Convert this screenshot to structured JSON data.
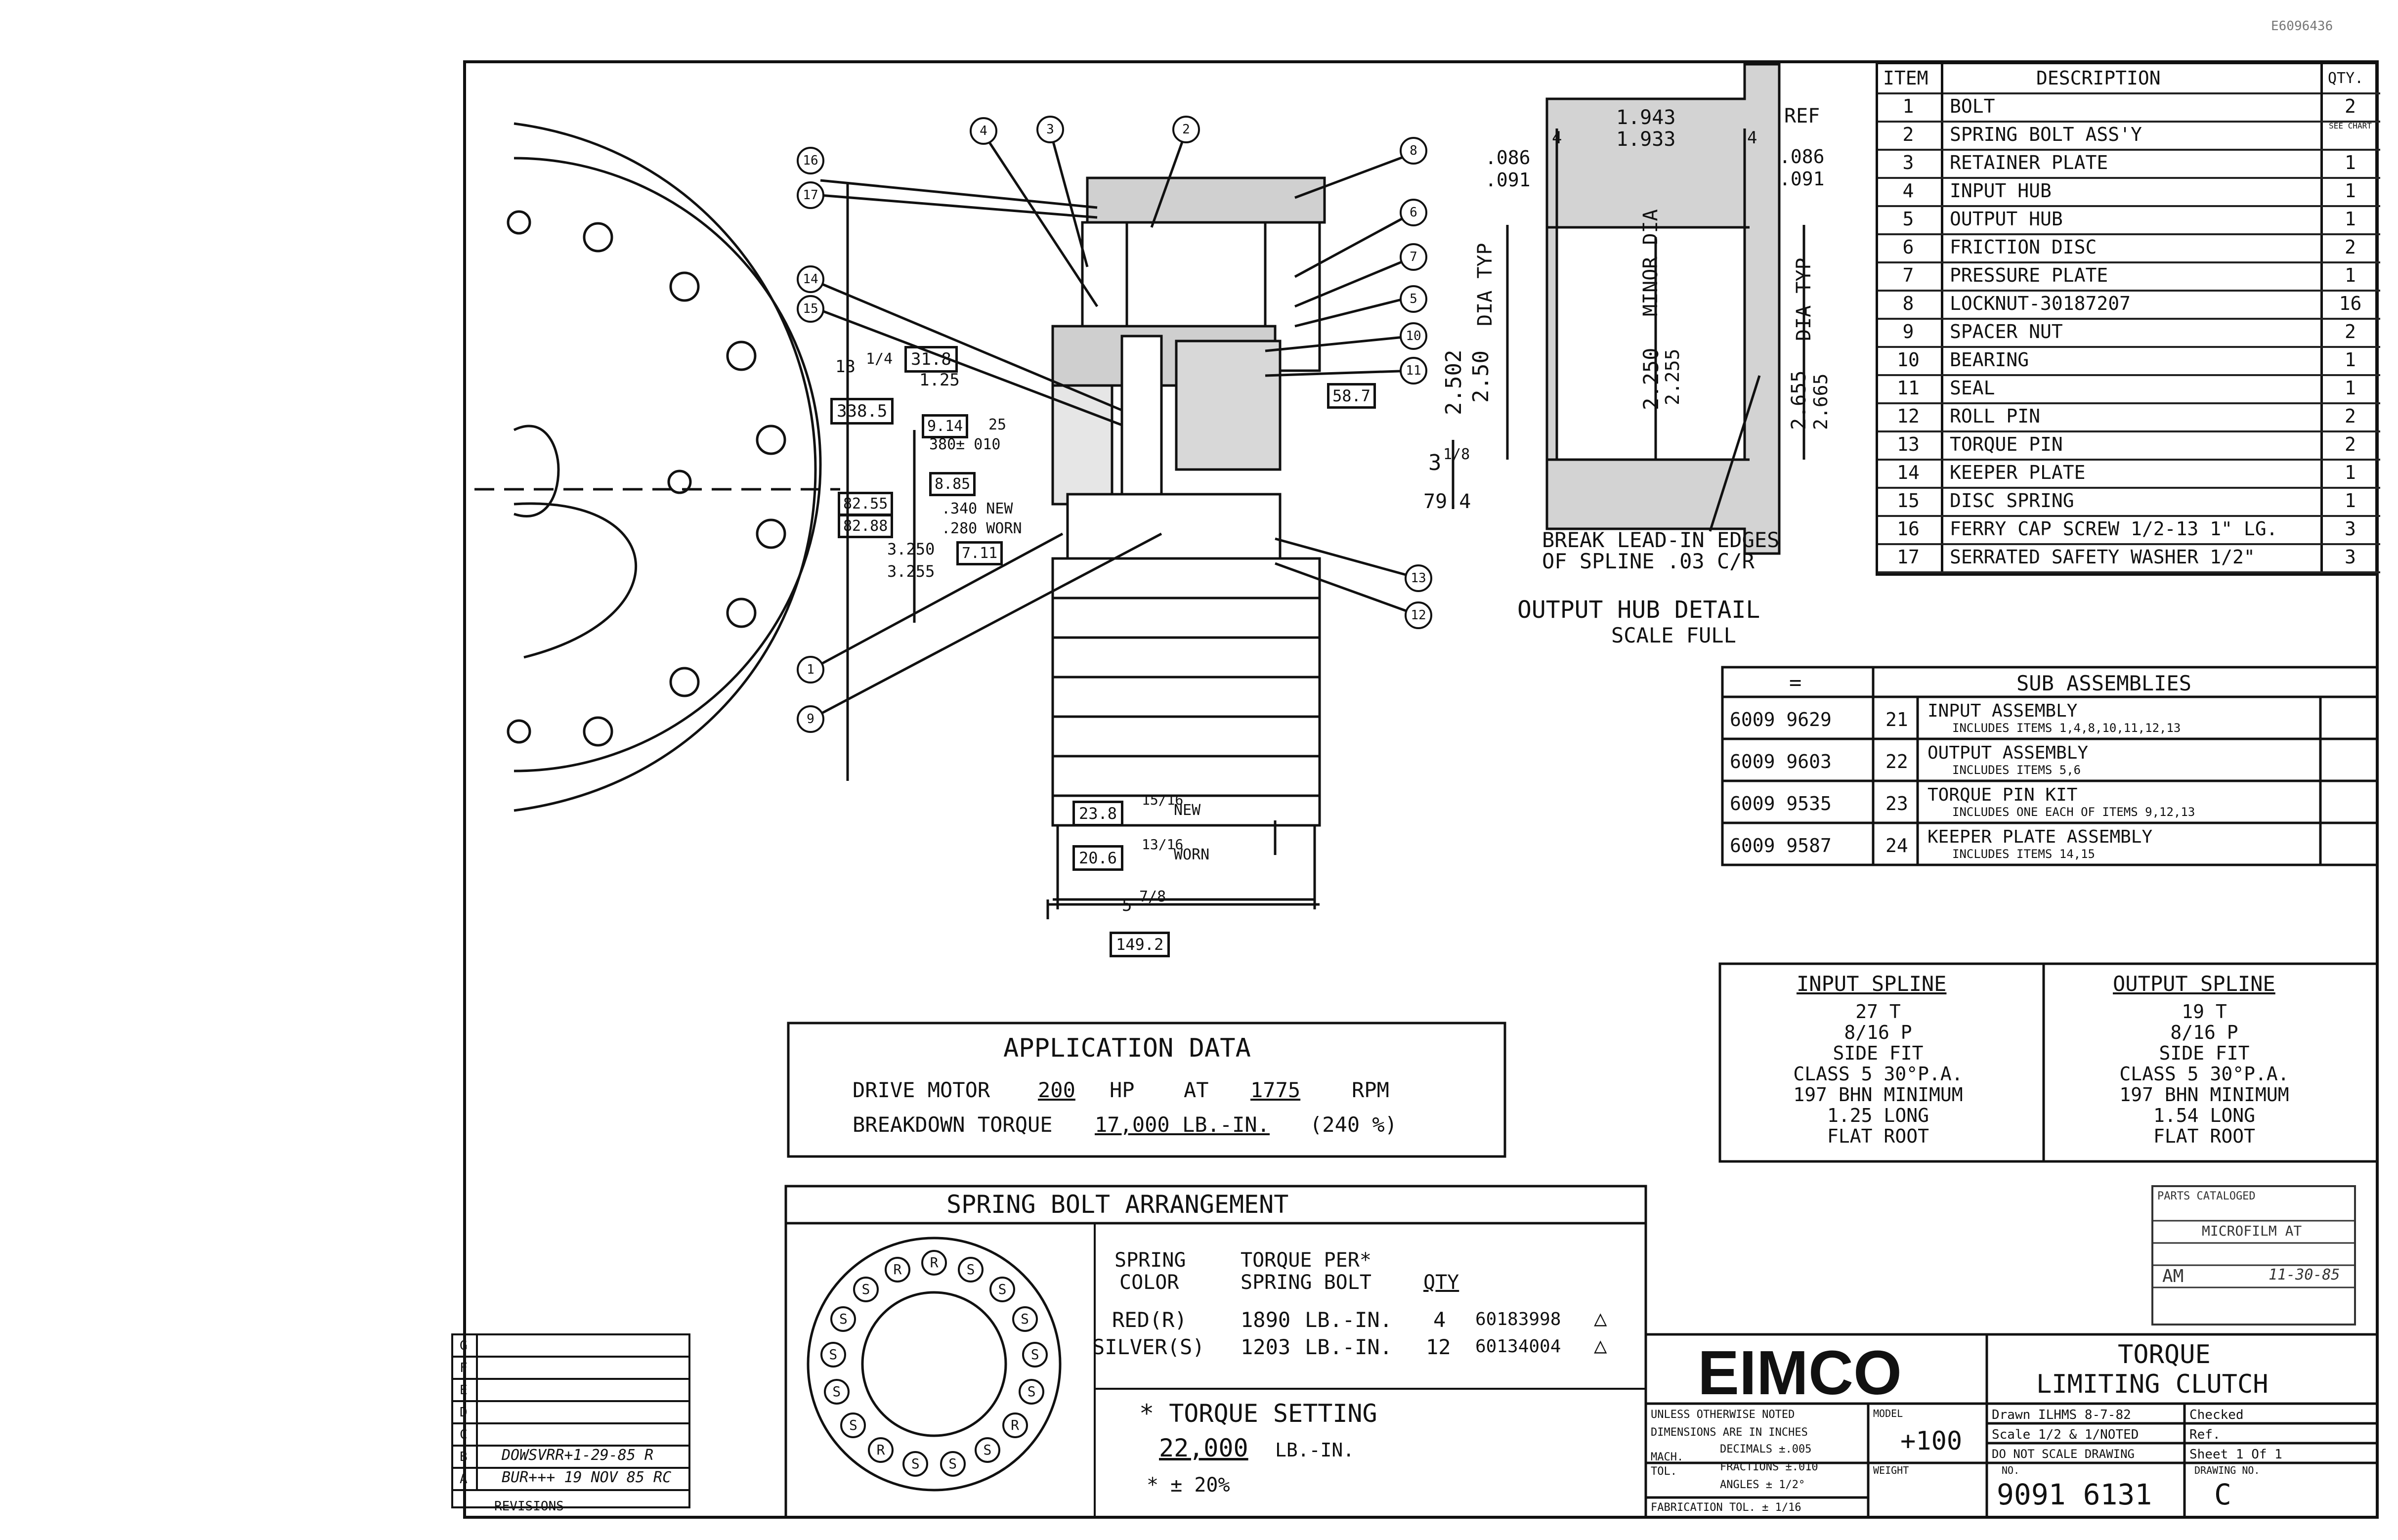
{
  "corner_ref": "E6096436",
  "bom": {
    "headers": {
      "item": "ITEM",
      "description": "DESCRIPTION",
      "qty": "QTY."
    },
    "rows": [
      {
        "item": "1",
        "desc": "BOLT",
        "qty": "2"
      },
      {
        "item": "2",
        "desc": "SPRING BOLT ASS'Y",
        "qty": "SEE CHART"
      },
      {
        "item": "3",
        "desc": "RETAINER PLATE",
        "qty": "1"
      },
      {
        "item": "4",
        "desc": "INPUT HUB",
        "qty": "1"
      },
      {
        "item": "5",
        "desc": "OUTPUT HUB",
        "qty": "1"
      },
      {
        "item": "6",
        "desc": "FRICTION DISC",
        "qty": "2"
      },
      {
        "item": "7",
        "desc": "PRESSURE PLATE",
        "qty": "1"
      },
      {
        "item": "8",
        "desc": "LOCKNUT-30187207",
        "qty": "16"
      },
      {
        "item": "9",
        "desc": "SPACER NUT",
        "qty": "2"
      },
      {
        "item": "10",
        "desc": "BEARING",
        "qty": "1"
      },
      {
        "item": "11",
        "desc": "SEAL",
        "qty": "1"
      },
      {
        "item": "12",
        "desc": "ROLL PIN",
        "qty": "2"
      },
      {
        "item": "13",
        "desc": "TORQUE PIN",
        "qty": "2"
      },
      {
        "item": "14",
        "desc": "KEEPER PLATE",
        "qty": "1"
      },
      {
        "item": "15",
        "desc": "DISC SPRING",
        "qty": "1"
      },
      {
        "item": "16",
        "desc": "FERRY CAP SCREW 1/2-13 1\" LG.",
        "qty": "3"
      },
      {
        "item": "17",
        "desc": "SERRATED SAFETY WASHER 1/2\"",
        "qty": "3"
      }
    ]
  },
  "sub_assemblies": {
    "title": "SUB ASSEMBLIES",
    "header_symbol": "=",
    "rows": [
      {
        "number": "6009 9629",
        "item": "21",
        "title": "INPUT ASSEMBLY",
        "note": "INCLUDES ITEMS 1,4,8,10,11,12,13"
      },
      {
        "number": "6009 9603",
        "item": "22",
        "title": "OUTPUT ASSEMBLY",
        "note": "INCLUDES ITEMS 5,6"
      },
      {
        "number": "6009 9535",
        "item": "23",
        "title": "TORQUE PIN KIT",
        "note": "INCLUDES ONE EACH OF ITEMS 9,12,13"
      },
      {
        "number": "6009 9587",
        "item": "24",
        "title": "KEEPER PLATE ASSEMBLY",
        "note": "INCLUDES ITEMS 14,15"
      }
    ]
  },
  "detail": {
    "top_dim_1": "1.943",
    "top_dim_2": "1.933",
    "ref": "REF",
    "small_4a": "4",
    "small_4b": "4",
    "left_086": ".086",
    "left_091": ".091",
    "right_086": ".086",
    "right_091": ".091",
    "dia_left_1": "2.502",
    "dia_left_2": "2.50",
    "dia_left_label": "DIA TYP",
    "minor_1": "2.250",
    "minor_2": "2.255",
    "minor_label": "MINOR DIA",
    "dia_right_1": "2.655",
    "dia_right_2": "2.665",
    "dia_right_label": "DIA TYP",
    "note_1": "BREAK LEAD-IN EDGES",
    "note_2": "OF SPLINE .03 C/R",
    "title": "OUTPUT HUB DETAIL",
    "scale": "SCALE FULL"
  },
  "main_view": {
    "balloons": [
      "16",
      "17",
      "4",
      "3",
      "2",
      "8",
      "6",
      "7",
      "5",
      "10",
      "11",
      "14",
      "15",
      "1",
      "9",
      "13",
      "12"
    ],
    "dims": {
      "d13": "13",
      "d13_frac": "1/4",
      "d338": "338.5",
      "d31": "31.8",
      "d125": "1.25",
      "d914": "9.14",
      "d25": "25",
      "d380": "380± 010",
      "d885": "8.85",
      "d340n": ".340 NEW",
      "d280w": ".280 WORN",
      "d8255": "82.55",
      "d8288": "82.88",
      "d3250": "3.250",
      "d3255": "3.255",
      "d711": "7.11",
      "d587": "58.7",
      "d3_1_8": "3",
      "d3_1_8_frac": "1/8",
      "d794": "79.4",
      "d238": "23.8",
      "d238_frac": "15/16",
      "d238_lbl": "NEW",
      "d206": "20.6",
      "d206_frac": "13/16",
      "d206_lbl": "WORN",
      "d578": "5",
      "d578_frac": "7/8",
      "d1492": "149.2"
    }
  },
  "application": {
    "title": "APPLICATION DATA",
    "motor_label": "DRIVE MOTOR",
    "hp_value": "200",
    "hp_unit": "HP",
    "at": "AT",
    "rpm_value": "1775",
    "rpm_unit": "RPM",
    "torque_label": "BREAKDOWN TORQUE",
    "torque_value": "17,000 LB.-IN.",
    "torque_pct": "(240 %)"
  },
  "spring": {
    "title": "SPRING BOLT ARRANGEMENT",
    "col_color_1": "SPRING",
    "col_color_2": "COLOR",
    "col_torque_1": "TORQUE PER*",
    "col_torque_2": "SPRING BOLT",
    "col_qty": "QTY",
    "rows": [
      {
        "color": "RED(R)",
        "torque": "1890",
        "unit": "LB.-IN.",
        "qty": "4",
        "part": "60183998"
      },
      {
        "color": "SILVER(S)",
        "torque": "1203",
        "unit": "LB.-IN.",
        "qty": "12",
        "part": "60134004"
      }
    ],
    "setting_title": "* TORQUE SETTING",
    "setting_value": "22,000",
    "setting_unit": "LB.-IN.",
    "setting_tol": "* ± 20%",
    "ring_letters": [
      "R",
      "S",
      "S",
      "S",
      "S",
      "S",
      "R",
      "S",
      "S",
      "S",
      "R",
      "S",
      "S",
      "S",
      "S",
      "S",
      "R"
    ]
  },
  "splines": {
    "input": {
      "title": "INPUT SPLINE",
      "lines": [
        "27 T",
        "8/16 P",
        "SIDE FIT",
        "CLASS 5   30°P.A.",
        "197 BHN MINIMUM",
        "1.25 LONG",
        "FLAT ROOT"
      ]
    },
    "output": {
      "title": "OUTPUT SPLINE",
      "lines": [
        "19 T",
        "8/16 P",
        "SIDE FIT",
        "CLASS 5   30°P.A.",
        "197 BHN MINIMUM",
        "1.54 LONG",
        "FLAT ROOT"
      ]
    }
  },
  "stamp": {
    "line1": "PARTS CATALOGED",
    "line2": "MICROFILM AT",
    "line3": "AM",
    "date": "11-30-85"
  },
  "revisions": {
    "letters": [
      "G",
      "F",
      "E",
      "D",
      "C",
      "B",
      "A"
    ],
    "entries": {
      "B": "DOWSVRR+1-29-85 R",
      "A": "BUR+++ 19 NOV 85 RC"
    },
    "footer": "REVISIONS"
  },
  "title_block": {
    "company": "EIMCO",
    "title_1": "TORQUE",
    "title_2": "LIMITING CLUTCH",
    "note_unless": "UNLESS OTHERWISE NOTED",
    "note_dims": "DIMENSIONS ARE IN INCHES",
    "mach_tol": "MACH. TOL.",
    "decimals": "DECIMALS ±.005",
    "fractions": "FRACTIONS ±.010",
    "angles": "ANGLES ± 1/2°",
    "fab_tol": "FABRICATION TOL. ± 1/16",
    "model_label": "MODEL",
    "model_value": "+100",
    "weight_label": "WEIGHT",
    "drawn": "Drawn ILHMS 8-7-82",
    "checked": "Checked",
    "scale": "Scale 1/2 & 1/NOTED",
    "ref": "Ref.",
    "do_not_scale": "DO NOT SCALE DRAWING",
    "sheet": "Sheet 1 Of 1",
    "no_label": "NO.",
    "dwg_no_label": "DRAWING NO.",
    "number": "9091 6131",
    "rev": "C"
  }
}
